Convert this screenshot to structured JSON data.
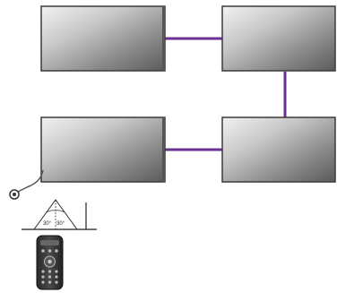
{
  "diagram": {
    "panels": [
      {
        "id": "panel-1"
      },
      {
        "id": "panel-2"
      },
      {
        "id": "panel-3"
      },
      {
        "id": "panel-4"
      }
    ],
    "link_color": "#6a3191",
    "sensor": {
      "angle_left": "30°",
      "angle_right": "30°"
    }
  }
}
